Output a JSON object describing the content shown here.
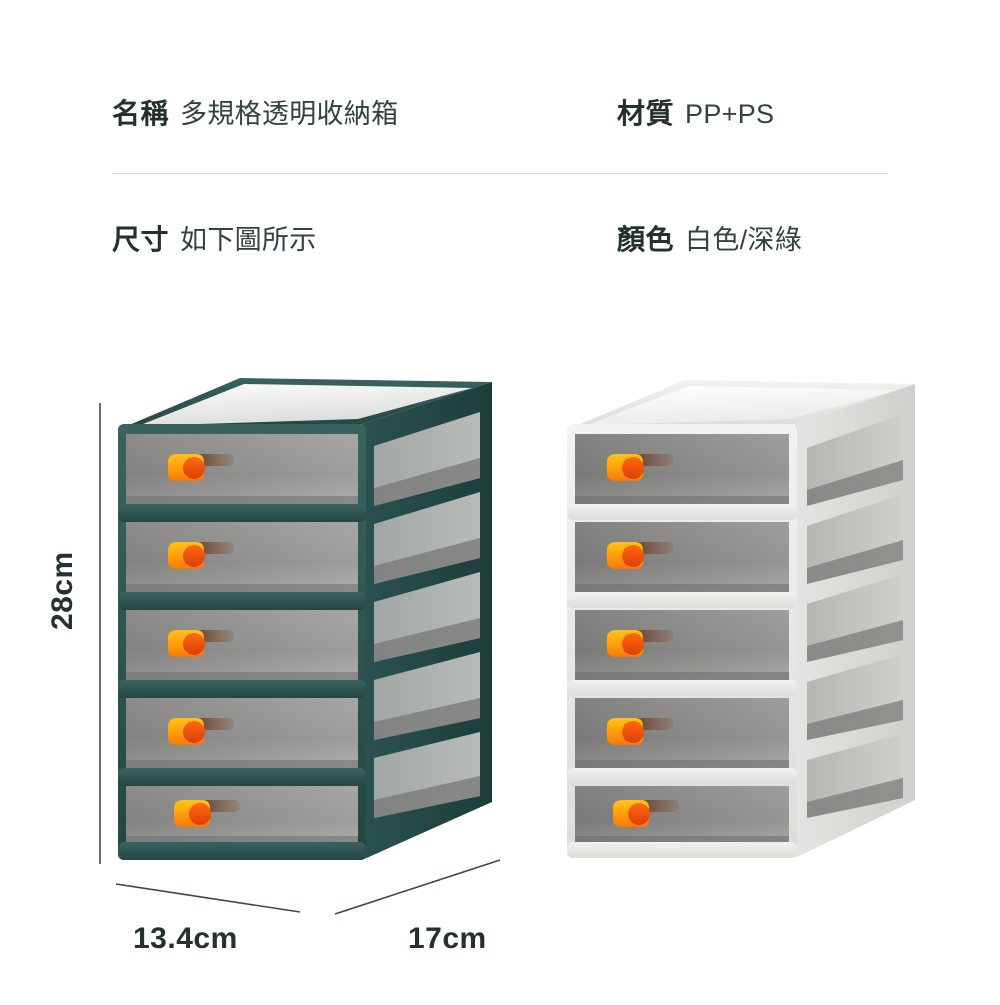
{
  "spec_sheet": {
    "rows": [
      {
        "left": {
          "label": "名稱",
          "value": "多規格透明收納箱"
        },
        "right": {
          "label": "材質",
          "value": "PP+PS"
        }
      },
      {
        "left": {
          "label": "尺寸",
          "value": "如下圖所示"
        },
        "right": {
          "label": "顏色",
          "value": "白色/深綠"
        }
      }
    ]
  },
  "product_figure": {
    "units": [
      {
        "name": "dark-green-storage-unit",
        "color_name": "深綠",
        "frame_color": "#2e5451",
        "lid_color": "#e9edea",
        "drawer_count": 5,
        "handle_color": "#ff9d09"
      },
      {
        "name": "white-storage-unit",
        "color_name": "白色",
        "frame_color": "#e6e6e3",
        "lid_color": "#f7f7f5",
        "drawer_count": 5,
        "handle_color": "#ff9d09"
      }
    ],
    "dimensions": {
      "height": "28cm",
      "width": "13.4cm",
      "depth": "17cm"
    }
  }
}
